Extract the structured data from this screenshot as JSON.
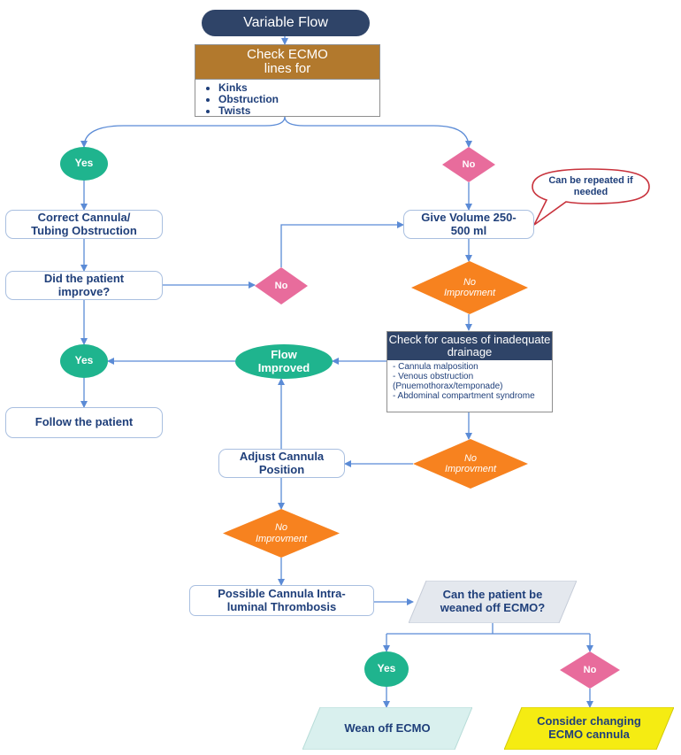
{
  "colors": {
    "connector": "#5b8bd6",
    "title_bg": "#2f4468",
    "check_header_bg": "#b2792d",
    "yes_green": "#1fb48e",
    "no_pink": "#e86c9c",
    "no_improvement_orange": "#f7821f",
    "wean_fill": "#d9f0ee",
    "consider_fill": "#f5ec12",
    "weaned_fill": "#e4e8ee",
    "callout_border": "#c8323c"
  },
  "title": "Variable Flow",
  "check_ecmo": {
    "heading": "Check ECMO lines for",
    "items": [
      "Kinks",
      "Obstruction",
      "Twists"
    ]
  },
  "yes_top": "Yes",
  "no_top": "No",
  "correct_cannula": "Correct Cannula/ Tubing Obstruction",
  "did_patient_improve": "Did the patient improve?",
  "no_middle": "No",
  "give_volume": "Give Volume 250-500 ml",
  "callout": "Can be repeated if needed",
  "no_improvement_1": "No Improvment",
  "check_causes": {
    "heading": "Check for causes of inadequate drainage",
    "items": [
      "- Cannula malposition",
      "- Venous obstruction (Pnuemothorax/temponade)",
      "- Abdominal compartment syndrome"
    ]
  },
  "flow_improved": "Flow Improved",
  "yes_middle": "Yes",
  "follow_patient": "Follow the patient",
  "no_improvement_2": "No Improvment",
  "adjust_cannula": "Adjust Cannula Position",
  "no_improvement_3": "No Improvment",
  "possible_thrombosis": "Possible Cannula Intra-luminal Thrombosis",
  "can_be_weaned": "Can the patient be weaned off ECMO?",
  "yes_bottom": "Yes",
  "no_bottom": "No",
  "wean_off": "Wean off ECMO",
  "consider_changing": "Consider changing ECMO cannula"
}
